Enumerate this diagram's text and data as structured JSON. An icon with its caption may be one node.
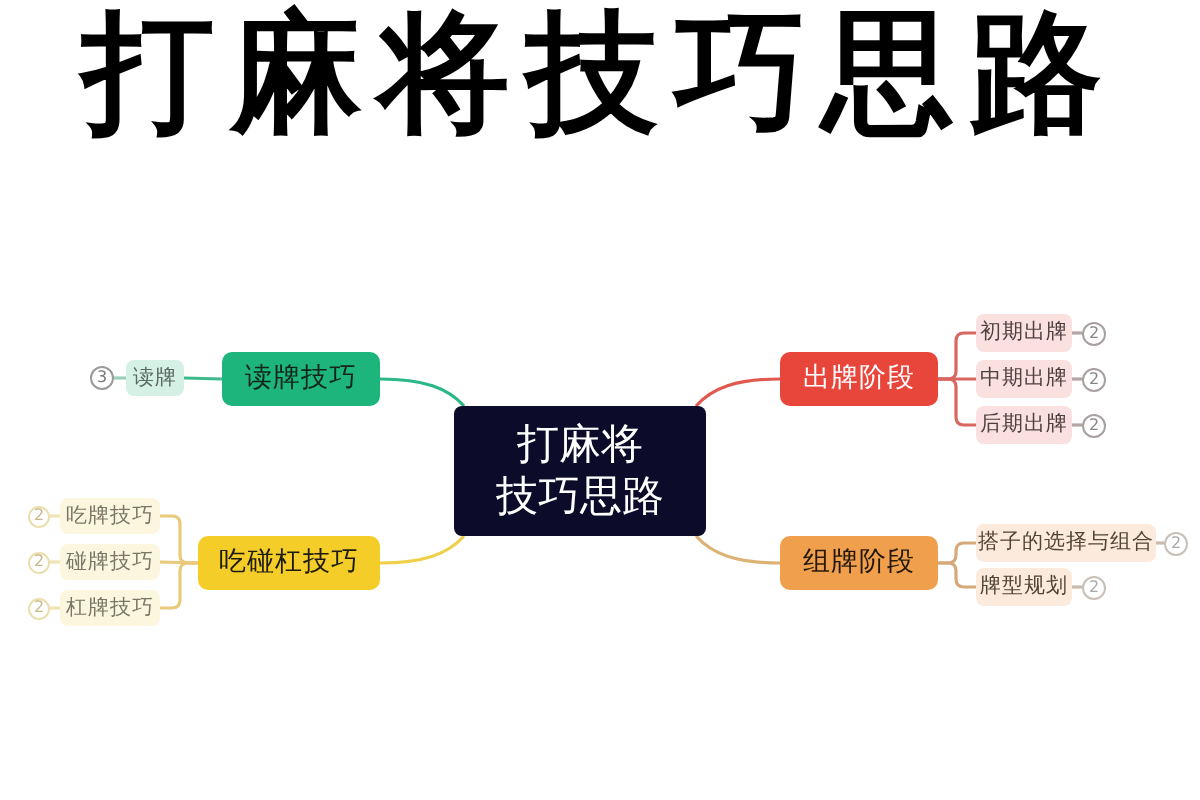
{
  "diagram": {
    "title": "打麻将技巧思路",
    "nodes": [
      {
        "text": [
          "打麻将技巧思路"
        ]
      },
      {
        "text": [
          "读牌技巧"
        ]
      },
      {
        "text": [
          "读牌"
        ]
      },
      {
        "text": [
          "3"
        ]
      },
      {
        "text": [
          "吃碰杠技巧"
        ]
      },
      {
        "text": [
          "吃牌技巧"
        ]
      },
      {
        "text": [
          "碰牌技巧"
        ]
      },
      {
        "text": [
          "杠牌技巧"
        ]
      },
      {
        "text": [
          "2"
        ]
      },
      {
        "text": [
          "2"
        ]
      },
      {
        "text": [
          "2"
        ]
      },
      {
        "text": [
          "出牌阶段"
        ]
      },
      {
        "text": [
          "初期出牌"
        ]
      },
      {
        "text": [
          "中期出牌"
        ]
      },
      {
        "text": [
          "后期出牌"
        ]
      },
      {
        "text": [
          "2"
        ]
      },
      {
        "text": [
          "2"
        ]
      },
      {
        "text": [
          "2"
        ]
      },
      {
        "text": [
          "组牌阶段"
        ]
      },
      {
        "text": [
          "搭子的选择与组合"
        ]
      },
      {
        "text": [
          "牌型规划"
        ]
      },
      {
        "text": [
          "2"
        ]
      },
      {
        "text": [
          "2"
        ]
      }
    ],
    "edges": [
      {
        "from": 0,
        "to": 1,
        "arrow": "none",
        "color": "#2bb886"
      },
      {
        "from": 1,
        "to": 2,
        "arrow": "none",
        "color": "#3fb98c"
      },
      {
        "from": 2,
        "to": 3,
        "arrow": "none",
        "color": "#9ccfbb"
      },
      {
        "from": 0,
        "to": 4,
        "arrow": "none",
        "color": "#f0d04a"
      },
      {
        "from": 4,
        "to": 5,
        "arrow": "none",
        "color": "#e9c97a"
      },
      {
        "from": 4,
        "to": 6,
        "arrow": "none",
        "color": "#e9c97a"
      },
      {
        "from": 4,
        "to": 7,
        "arrow": "none",
        "color": "#e9c97a"
      },
      {
        "from": 5,
        "to": 8,
        "arrow": "none",
        "color": "#efe3b8"
      },
      {
        "from": 6,
        "to": 9,
        "arrow": "none",
        "color": "#efe3b8"
      },
      {
        "from": 7,
        "to": 10,
        "arrow": "none",
        "color": "#efe3b8"
      },
      {
        "from": 0,
        "to": 11,
        "arrow": "none",
        "color": "#e2574e"
      },
      {
        "from": 11,
        "to": 12,
        "arrow": "none",
        "color": "#d8685f"
      },
      {
        "from": 11,
        "to": 13,
        "arrow": "none",
        "color": "#d8685f"
      },
      {
        "from": 11,
        "to": 14,
        "arrow": "none",
        "color": "#d8685f"
      },
      {
        "from": 12,
        "to": 15,
        "arrow": "none",
        "color": "#b4a6a6"
      },
      {
        "from": 13,
        "to": 16,
        "arrow": "none",
        "color": "#b4a6a6"
      },
      {
        "from": 14,
        "to": 17,
        "arrow": "none",
        "color": "#b4a6a6"
      },
      {
        "from": 0,
        "to": 18,
        "arrow": "none",
        "color": "#dcb275"
      },
      {
        "from": 18,
        "to": 19,
        "arrow": "none",
        "color": "#d6a97a"
      },
      {
        "from": 18,
        "to": 20,
        "arrow": "none",
        "color": "#d6a97a"
      },
      {
        "from": 19,
        "to": 21,
        "arrow": "none",
        "color": "#c9bcae"
      },
      {
        "from": 20,
        "to": 22,
        "arrow": "none",
        "color": "#c9bcae"
      }
    ]
  }
}
